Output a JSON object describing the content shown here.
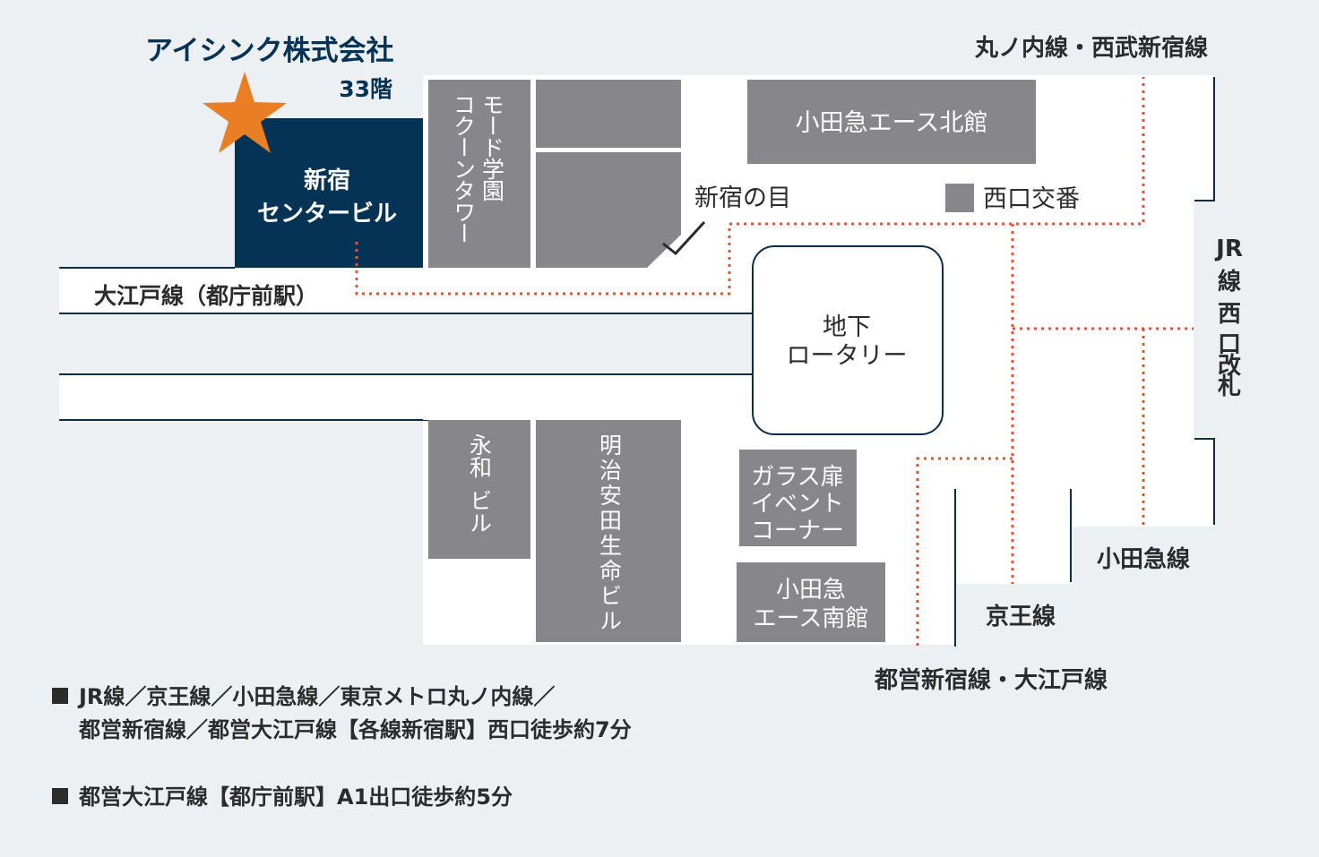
{
  "company": {
    "name": "アイシンク株式会社",
    "floor": "33階"
  },
  "target_building": {
    "line1": "新宿",
    "line2": "センタービル"
  },
  "buildings": {
    "mode_gakuen": [
      "モード学園",
      "コクーンタワー"
    ],
    "odakyu_ace_north": "小田急エース北館",
    "rotary": [
      "地下",
      "ロータリー"
    ],
    "eiwa": [
      "永和",
      "ビル"
    ],
    "meiji_yasuda": "明治安田生命ビル",
    "glass_door": [
      "ガラス扉",
      "イベント",
      "コーナー"
    ],
    "odakyu_ace_south": [
      "小田急",
      "エース南館"
    ]
  },
  "landmarks": {
    "shinjuku_eye": "新宿の目",
    "koban": "西口交番"
  },
  "stations": {
    "marunouchi_seibu": "丸ノ内線・西武新宿線",
    "oedo_tochomae": "大江戸線（都庁前駅）",
    "jr_west_gate": [
      "JR",
      "線",
      "西",
      "口",
      "改",
      "札"
    ],
    "odakyu_line": "小田急線",
    "keio_line": "京王線",
    "toei_lines": "都営新宿線・大江戸線"
  },
  "access_notes": [
    {
      "lines": [
        "JR線／京王線／小田急線／東京メトロ丸ノ内線／",
        "都営新宿線／都営大江戸線【各線新宿駅】西口徒歩約7分"
      ]
    },
    {
      "lines": [
        "都営大江戸線【都庁前駅】A1出口徒歩約5分"
      ]
    }
  ],
  "colors": {
    "background": "#edf0f3",
    "road": "#ffffff",
    "building": "#87878b",
    "target": "#053356",
    "star": "#e97e24",
    "route": "#d55a34",
    "title": "#053356",
    "text": "#2b2b2b"
  },
  "icons": {
    "star": "star-icon",
    "eye": "checkmark-icon"
  }
}
